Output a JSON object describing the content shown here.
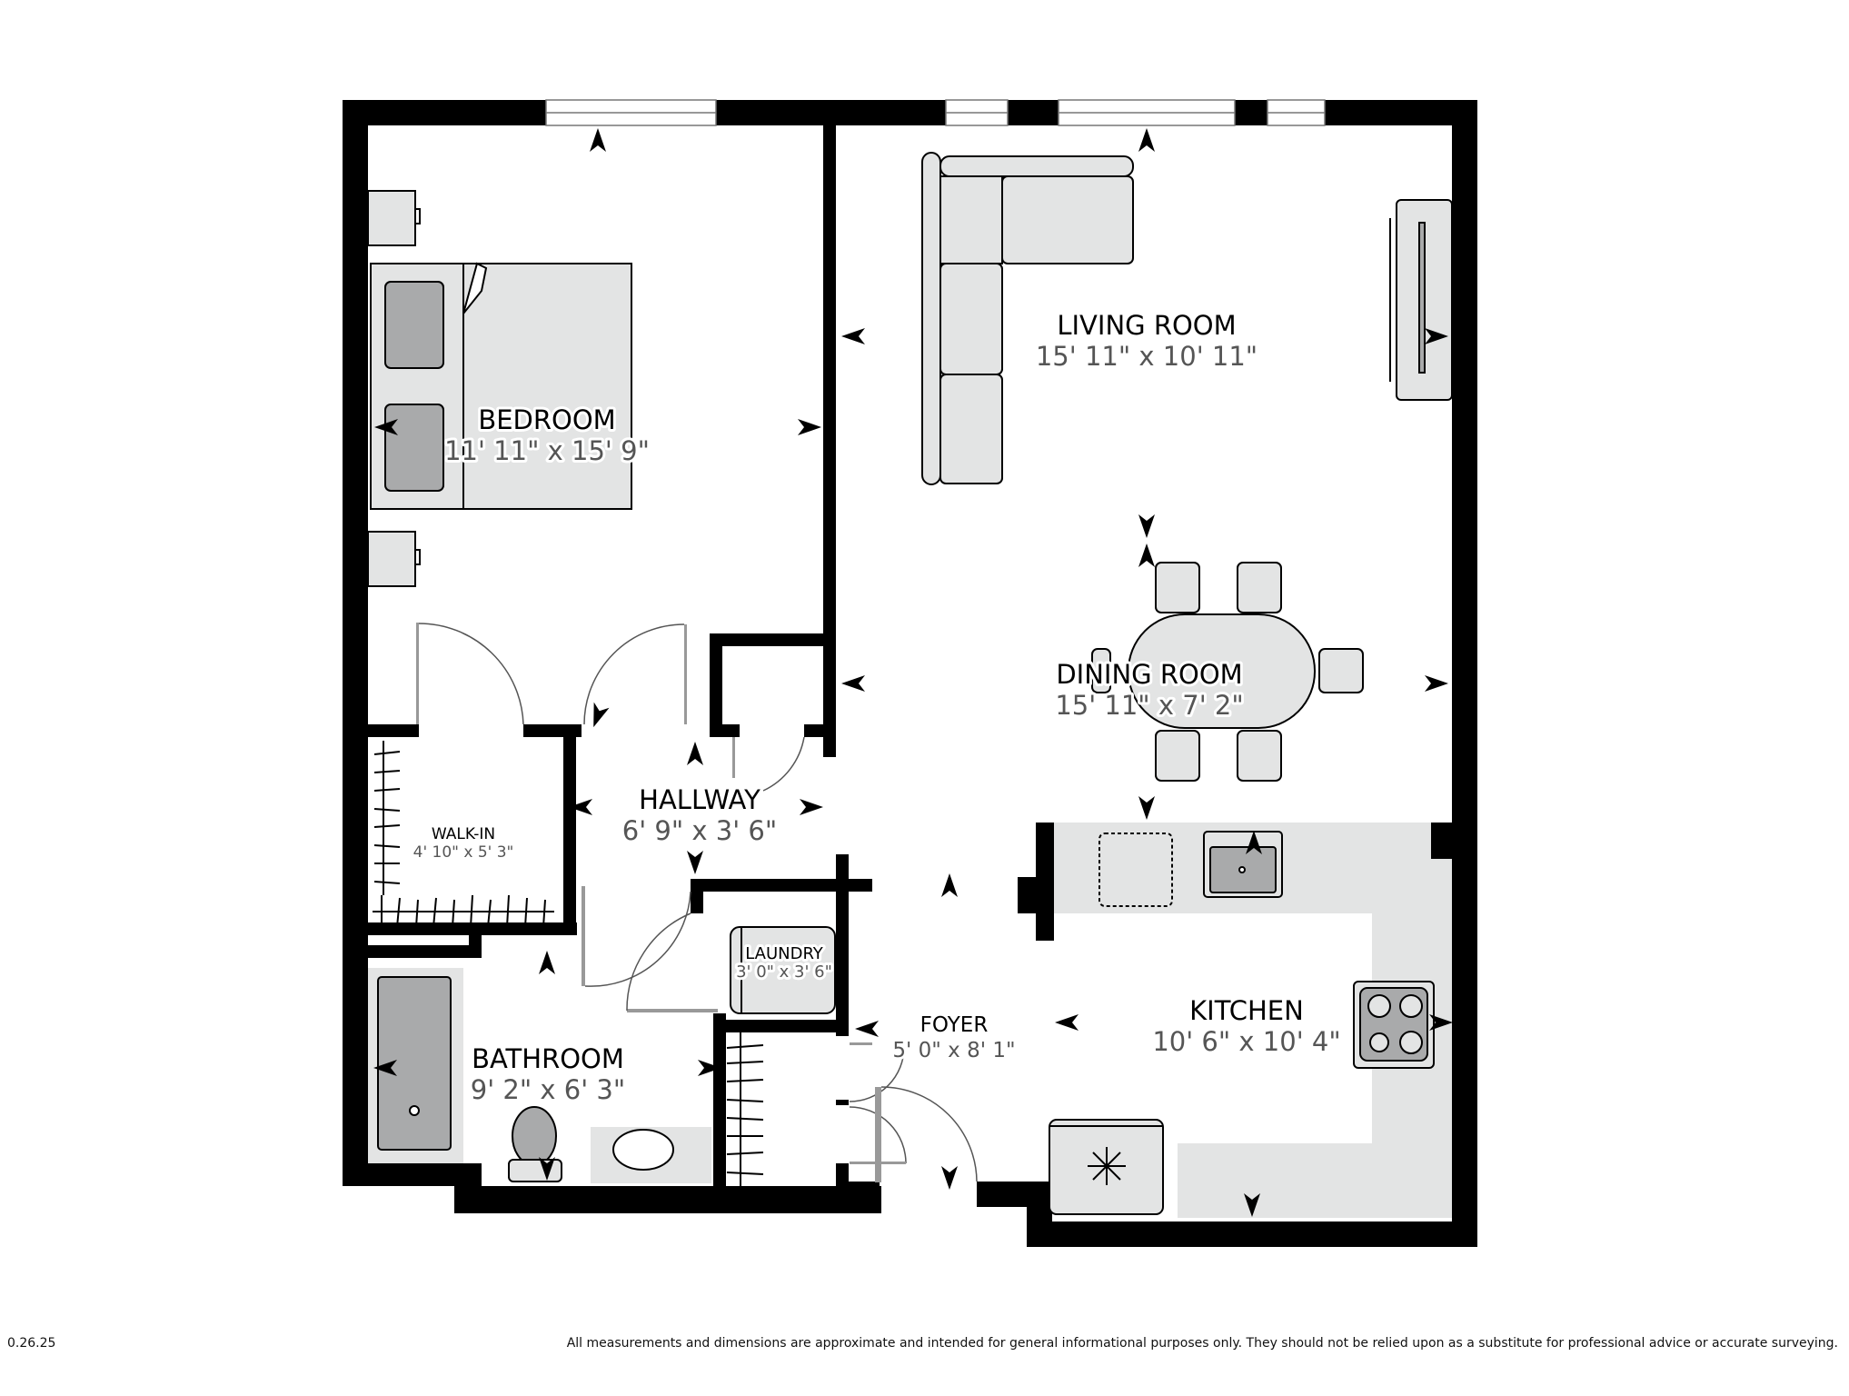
{
  "floorplan": {
    "rooms": {
      "bedroom": {
        "name": "BEDROOM",
        "dims": "11' 11\" x 15' 9\""
      },
      "living_room": {
        "name": "LIVING ROOM",
        "dims": "15' 11\" x 10' 11\""
      },
      "dining_room": {
        "name": "DINING ROOM",
        "dims": "15' 11\" x 7' 2\""
      },
      "walk_in": {
        "name": "WALK-IN",
        "dims": "4' 10\" x 5' 3\""
      },
      "hallway": {
        "name": "HALLWAY",
        "dims": "6' 9\" x 3' 6\""
      },
      "laundry": {
        "name": "LAUNDRY",
        "dims": "3' 0\" x 3' 6\""
      },
      "foyer": {
        "name": "FOYER",
        "dims": "5' 0\" x 8' 1\""
      },
      "bathroom": {
        "name": "BATHROOM",
        "dims": "9' 2\" x 6' 3\""
      },
      "kitchen": {
        "name": "KITCHEN",
        "dims": "10' 6\" x 10' 4\""
      }
    },
    "icons": [
      "camera-arrow-icon",
      "snowflake-icon",
      "sofa-icon",
      "bed-icon",
      "dining-table-icon",
      "sink-icon",
      "stove-icon",
      "toilet-icon",
      "bathtub-icon",
      "tv-icon",
      "washer-icon",
      "refrigerator-icon"
    ],
    "colors": {
      "wall": "#000000",
      "fixture_fill": "#e3e4e4",
      "fixture_dark": "#a9aaab",
      "dim_text": "#555555"
    }
  },
  "footer": {
    "date": "0.26.25",
    "disclaimer": "All measurements and dimensions are approximate and intended for general informational purposes only. They should not be relied upon as a substitute for professional advice or accurate surveying."
  }
}
